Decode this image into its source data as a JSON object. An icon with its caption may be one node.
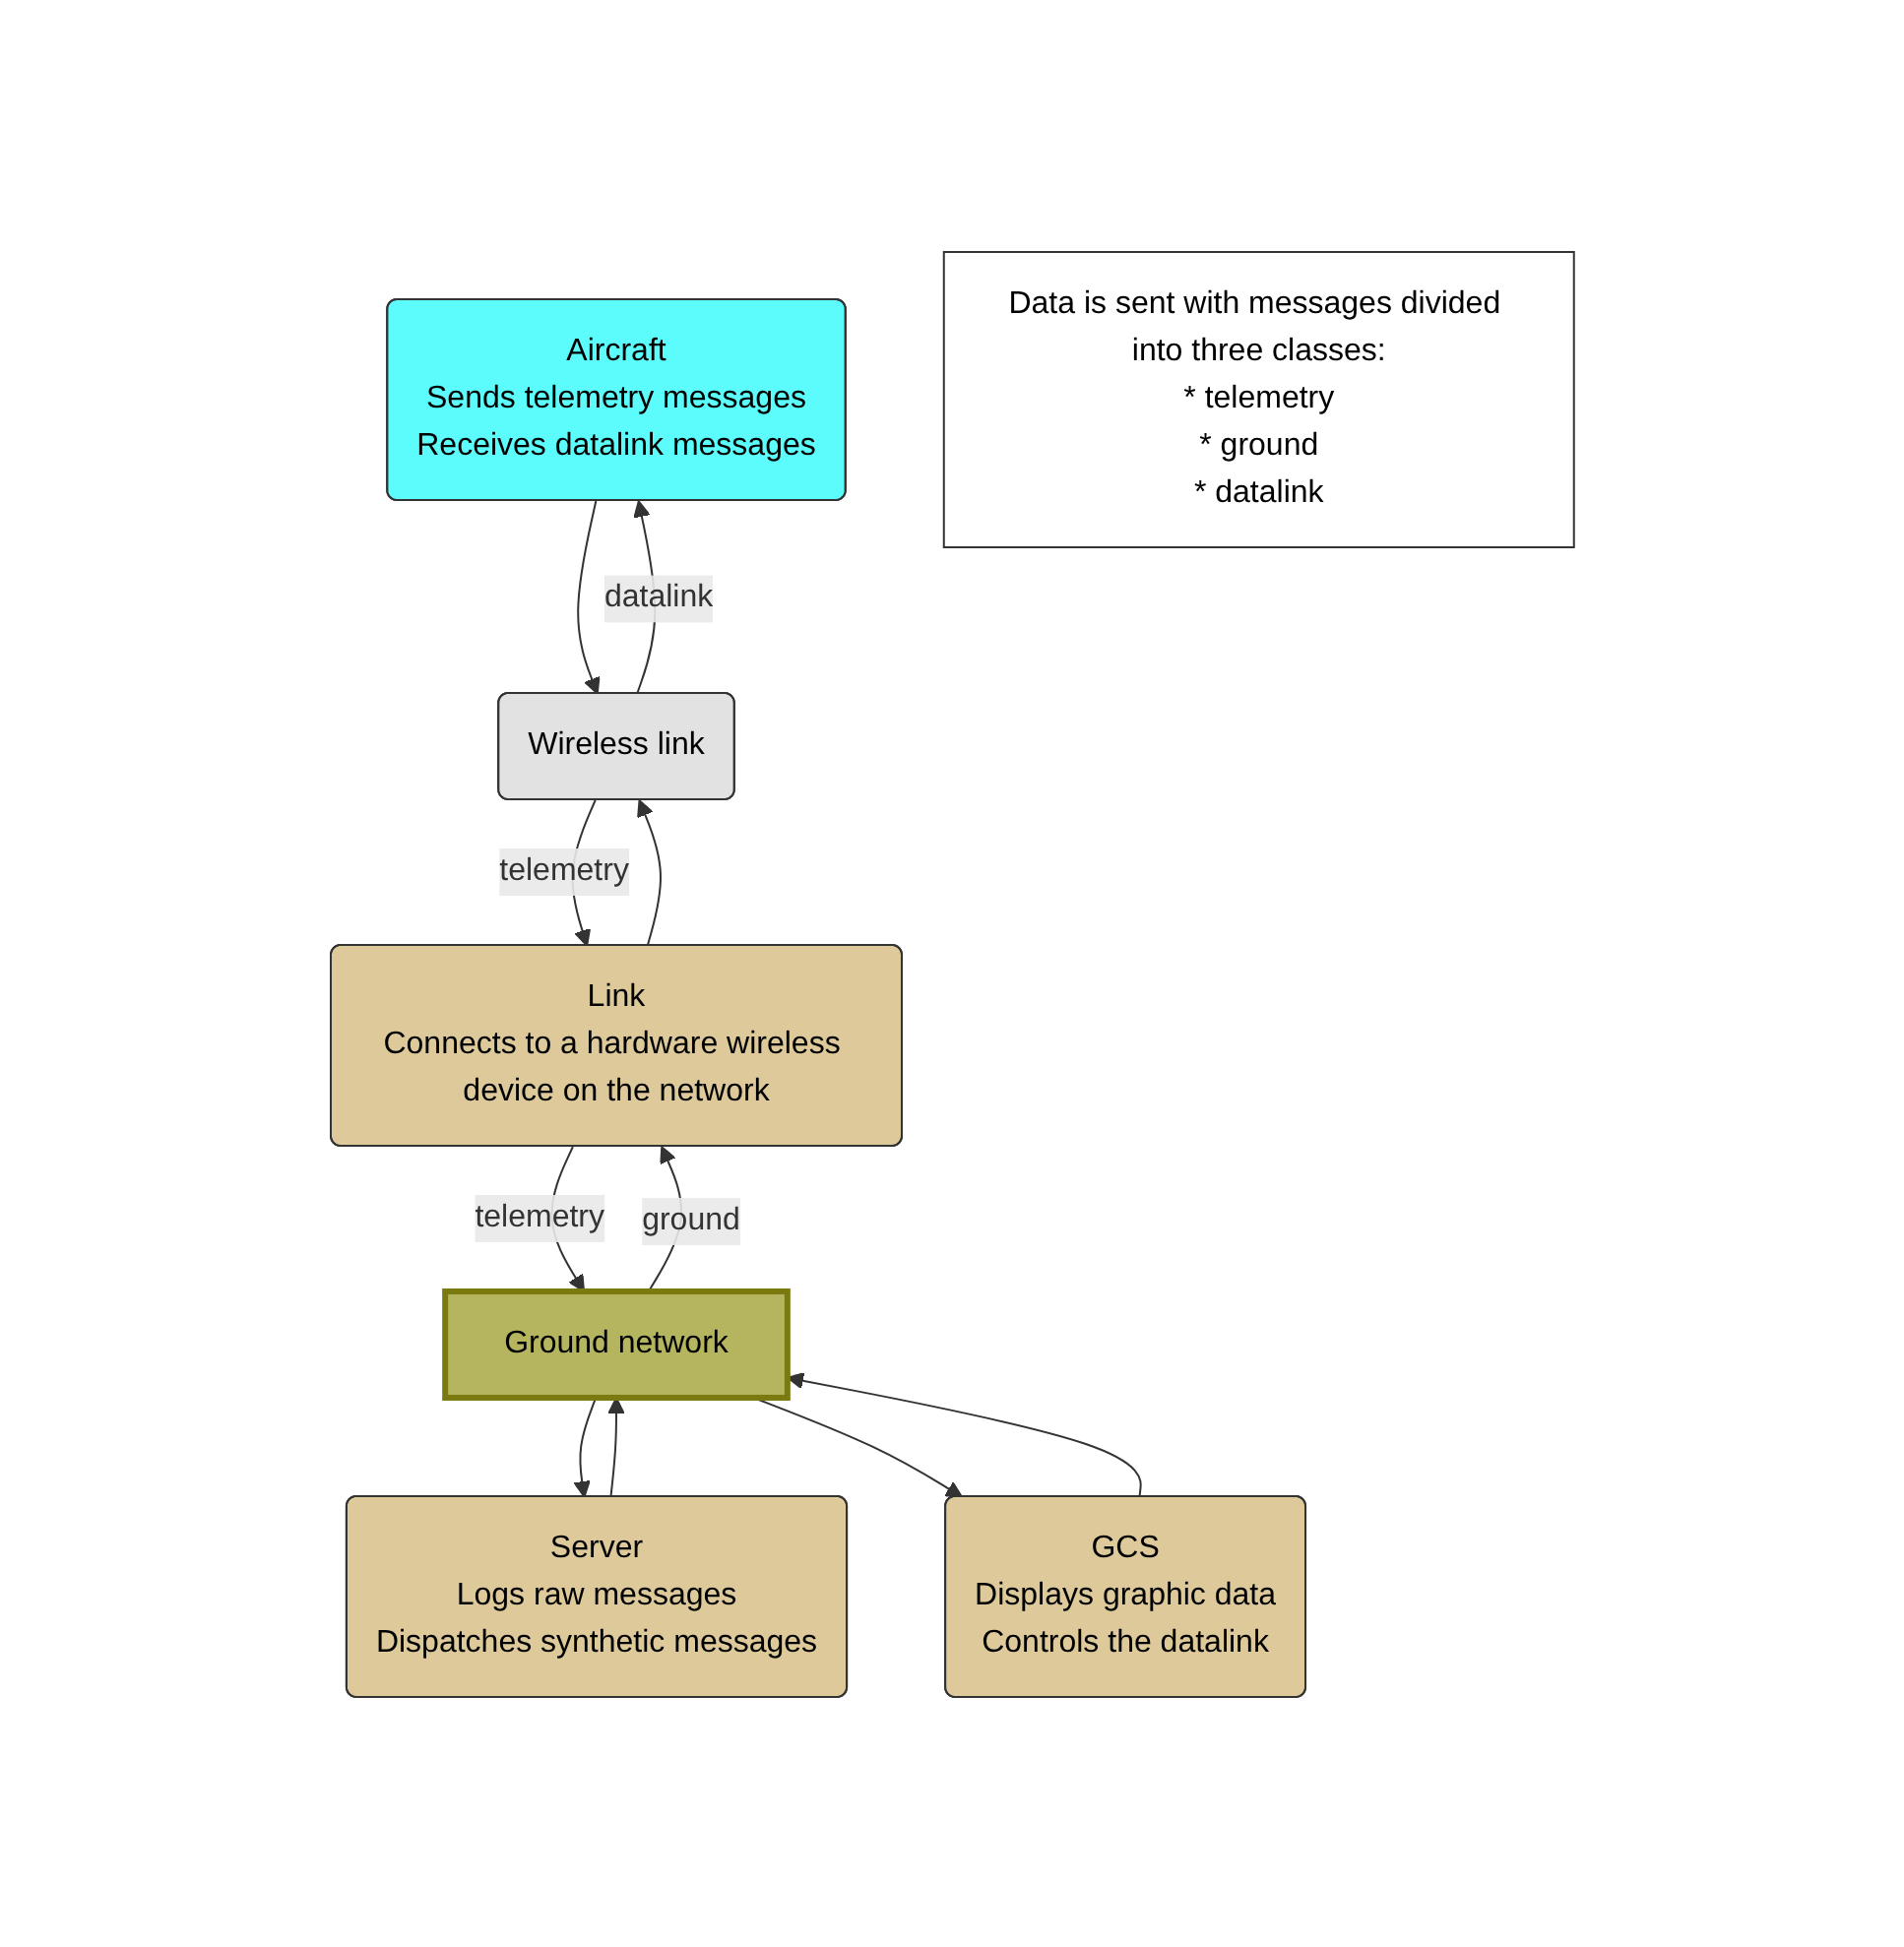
{
  "diagram": {
    "nodes": [
      {
        "text": [
          "Aircraft",
          "Sends telemetry messages",
          "Receives datalink messages"
        ]
      },
      {
        "text": [
          "Wireless link"
        ]
      },
      {
        "text": [
          "Link",
          "Connects to a hardware wireless device on the network"
        ]
      },
      {
        "text": [
          "Ground network"
        ]
      },
      {
        "text": [
          "Server",
          "Logs raw messages",
          "Dispatches synthetic messages"
        ]
      },
      {
        "text": [
          "GCS",
          "Displays graphic data",
          "Controls the datalink"
        ]
      },
      {
        "text": [
          "Data is sent with messages divided into three classes:",
          "* telemetry",
          "* ground",
          "* datalink"
        ]
      }
    ],
    "edges": [
      {
        "from": 0,
        "to": 1,
        "arrow": "to"
      },
      {
        "from": 1,
        "to": 0,
        "arrow": "to",
        "label": "datalink"
      },
      {
        "from": 1,
        "to": 2,
        "arrow": "to",
        "label": "telemetry"
      },
      {
        "from": 2,
        "to": 1,
        "arrow": "to"
      },
      {
        "from": 2,
        "to": 3,
        "arrow": "to",
        "label": "telemetry"
      },
      {
        "from": 3,
        "to": 2,
        "arrow": "to",
        "label": "ground"
      },
      {
        "from": 3,
        "to": 4,
        "arrow": "to"
      },
      {
        "from": 4,
        "to": 3,
        "arrow": "to"
      },
      {
        "from": 3,
        "to": 5,
        "arrow": "to"
      },
      {
        "from": 5,
        "to": 3,
        "arrow": "to"
      }
    ]
  }
}
